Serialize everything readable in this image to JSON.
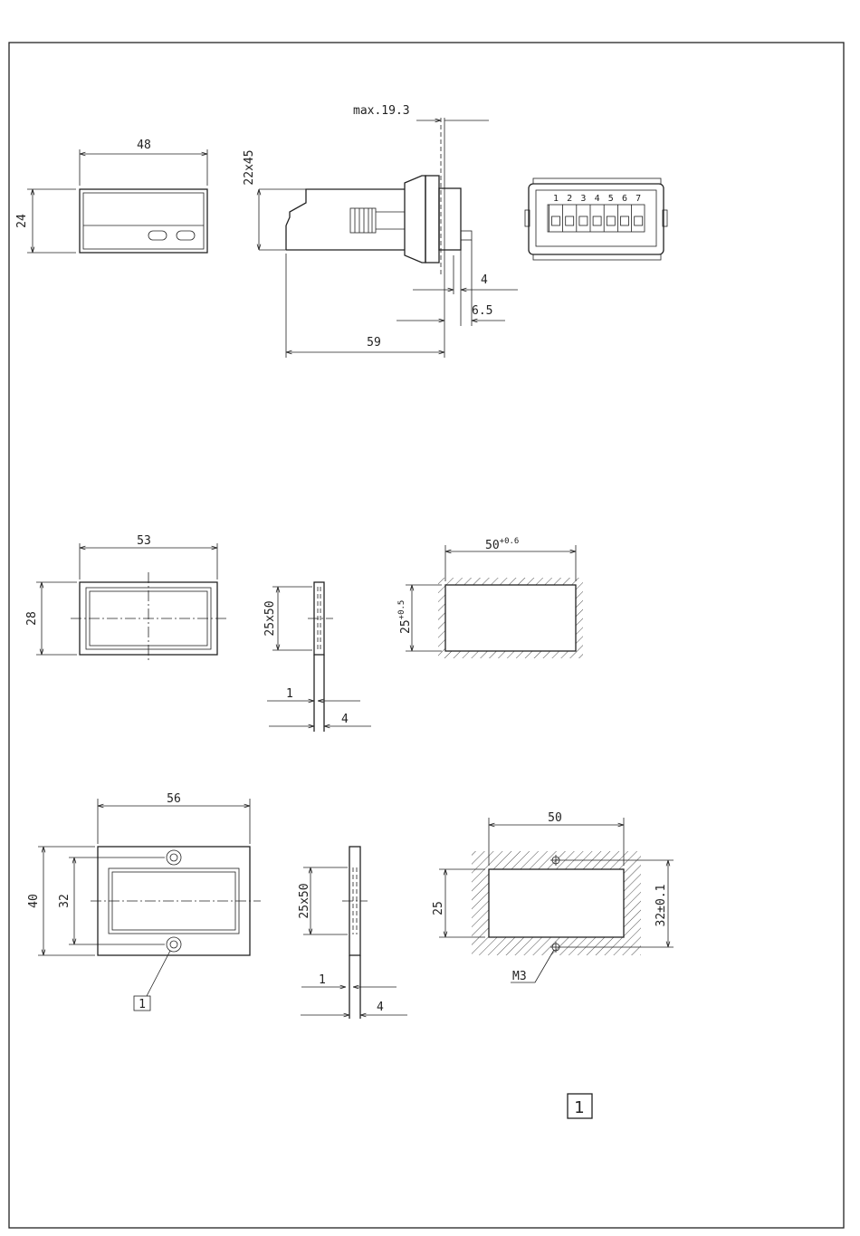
{
  "views": {
    "counter": {
      "dims": {
        "width": "48",
        "height": "24",
        "max_depth": "max.19.3",
        "panel": "22x45",
        "depth": "59",
        "d4": "4",
        "d65": "6.5"
      },
      "terminals": [
        "1",
        "2",
        "3",
        "4",
        "5",
        "6",
        "7"
      ]
    },
    "frame_small": {
      "width": "53",
      "height": "28",
      "window": "25x50",
      "t1": "1",
      "t4": "4"
    },
    "cutout_small": {
      "width": "50",
      "width_tol": "+0.6",
      "height": "25",
      "height_tol": "+0.5"
    },
    "frame_large": {
      "width": "56",
      "height": "40",
      "hole_pitch": "32",
      "window": "25x50",
      "t1": "1",
      "t4": "4",
      "callout": "1"
    },
    "cutout_large": {
      "width": "50",
      "height": "25",
      "hole_pitch": "32±0.1",
      "screw": "M3"
    }
  },
  "legend_callout": "1"
}
